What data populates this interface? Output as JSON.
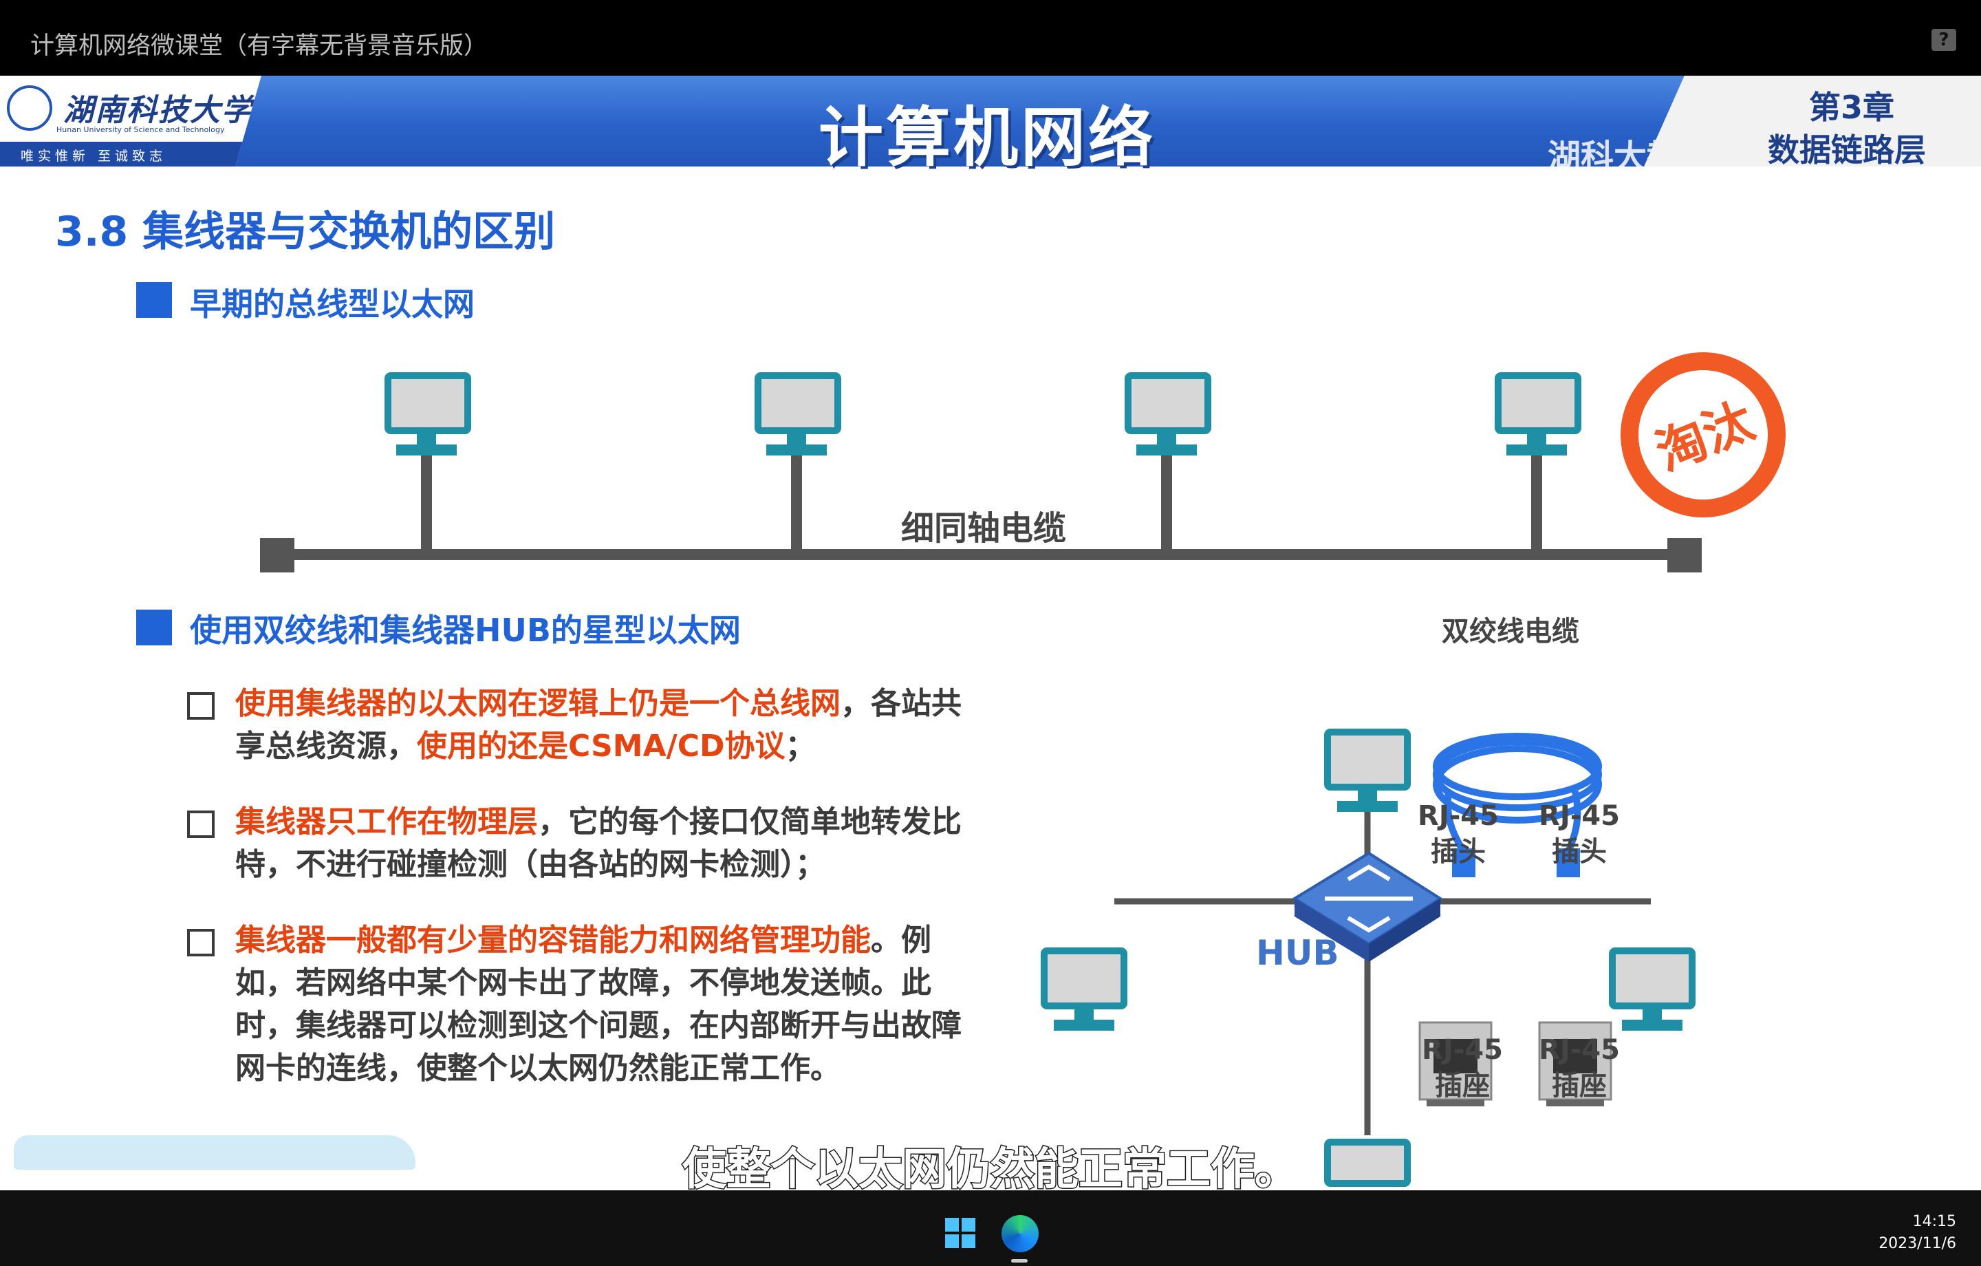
{
  "window": {
    "title": "计算机网络微课堂（有字幕无背景音乐版）"
  },
  "banner": {
    "school_cn": "湖南科技大学",
    "school_en": "Hunan University of Science and Technology",
    "motto": "唯实惟新  至诚致志",
    "title": "计算机网络",
    "chapter": "第3章",
    "chapter_name": "数据链路层",
    "watermark": "湖科大教书匠"
  },
  "section": {
    "title": "3.8 集线器与交换机的区别",
    "sub1": "早期的总线型以太网",
    "cable_label": "细同轴电缆",
    "stamp": "淘汰",
    "sub2": "使用双绞线和集线器HUB的星型以太网"
  },
  "points": [
    {
      "red1": "使用集线器的以太网在逻辑上仍是一个总线网",
      "t1": "，各站共享总线资源，",
      "red2": "使用的还是CSMA/CD协议",
      "t2": "；"
    },
    {
      "red1": "集线器只工作在物理层",
      "t1": "，它的每个接口仅简单地转发比特，不进行碰撞检测（由各站的网卡检测）；",
      "red2": "",
      "t2": ""
    },
    {
      "red1": "集线器一般都有少量的容错能力和网络管理功能",
      "t1": "。例如，若网络中某个网卡出了故障，不停地发送帧。此时，集线器可以检测到这个问题，在内部断开与出故障网卡的连线，使整个以太网仍然能正常工作。",
      "red2": "",
      "t2": ""
    }
  ],
  "star": {
    "hub_label": "HUB",
    "cable_title": "双绞线电缆",
    "plug1": "RJ-45\n插头",
    "plug2": "RJ-45\n插头",
    "jack1": "RJ-45\n插座",
    "jack2": "RJ-45\n插座"
  },
  "subtitle": "使整个以太网仍然能正常工作。",
  "taskbar": {
    "time": "14:15",
    "date": "2023/11/6"
  },
  "colors": {
    "accent_blue": "#1f63d6",
    "highlight_red": "#e54410",
    "stamp_orange": "#f15a24",
    "monitor_teal": "#1e8fa5"
  }
}
